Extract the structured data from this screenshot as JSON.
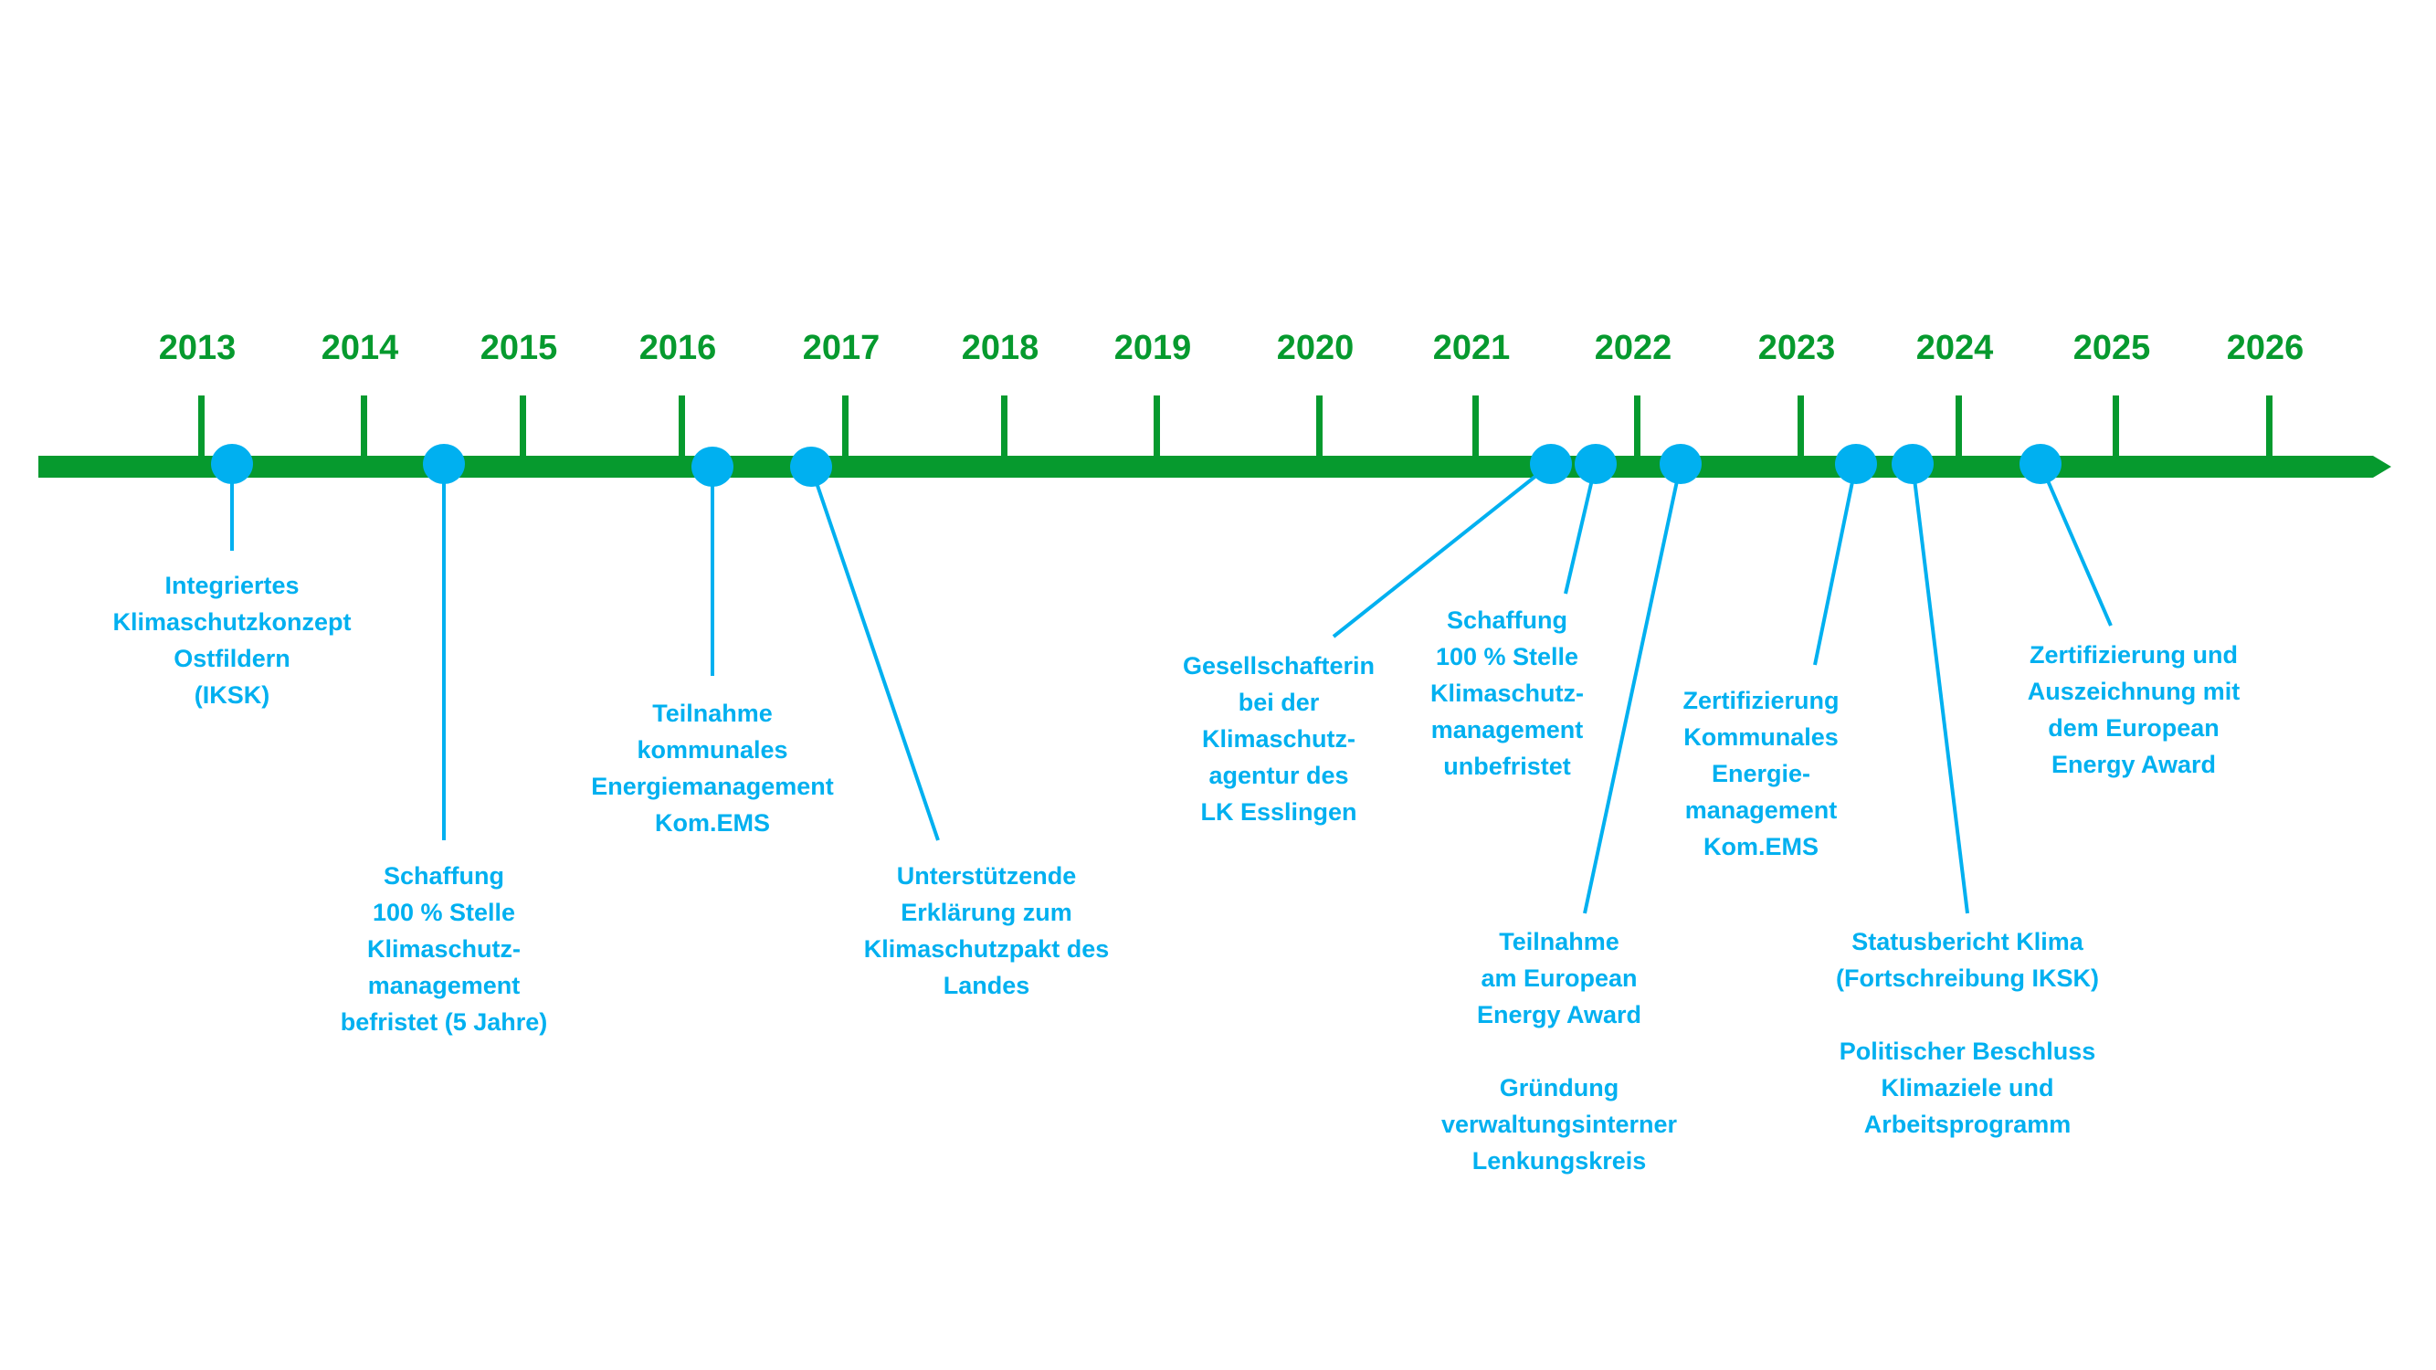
{
  "colors": {
    "axis": "#069A2E",
    "event": "#00B0F0",
    "background": "#FFFFFF"
  },
  "years": [
    "2013",
    "2014",
    "2015",
    "2016",
    "2017",
    "2018",
    "2019",
    "2020",
    "2021",
    "2022",
    "2023",
    "2024",
    "2025",
    "2026"
  ],
  "events": [
    {
      "id": "iksk",
      "year_position": 2013.2,
      "lines": [
        "Integriertes",
        "Klimaschutzkonzept",
        "Ostfildern",
        "(IKSK)"
      ]
    },
    {
      "id": "stelle-befristet",
      "year_position": 2014.5,
      "lines": [
        "Schaffung",
        "100 % Stelle",
        "Klimaschutz-",
        "management",
        "befristet (5 Jahre)"
      ]
    },
    {
      "id": "kom-ems-teilnahme",
      "year_position": 2016.18,
      "lines": [
        "Teilnahme",
        "kommunales",
        "Energiemanagement",
        "Kom.EMS"
      ]
    },
    {
      "id": "klimaschutzpakt",
      "year_position": 2016.8,
      "lines": [
        "Unterstützende",
        "Erklärung zum",
        "Klimaschutzpakt des",
        "Landes"
      ]
    },
    {
      "id": "gesellschafterin",
      "year_position": 2021.45,
      "lines": [
        "Gesellschafterin",
        "bei der",
        "Klimaschutz-",
        "agentur des",
        "LK Esslingen"
      ]
    },
    {
      "id": "stelle-unbefristet",
      "year_position": 2021.75,
      "lines": [
        "Schaffung",
        "100 % Stelle",
        "Klimaschutz-",
        "management",
        "unbefristet"
      ]
    },
    {
      "id": "eea-teilnahme",
      "year_position": 2022.25,
      "lines": [
        "Teilnahme",
        "am European",
        "Energy Award",
        "",
        "Gründung",
        "verwaltungsinterner",
        "Lenkungskreis"
      ]
    },
    {
      "id": "kom-ems-zertifizierung",
      "year_position": 2023.35,
      "lines": [
        "Zertifizierung",
        "Kommunales",
        "Energie-",
        "management",
        "Kom.EMS"
      ]
    },
    {
      "id": "statusbericht",
      "year_position": 2023.7,
      "lines": [
        "Statusbericht Klima",
        "(Fortschreibung IKSK)",
        "",
        "Politischer Beschluss",
        "Klimaziele und",
        "Arbeitsprogramm"
      ]
    },
    {
      "id": "eea-zertifizierung",
      "year_position": 2024.55,
      "lines": [
        "Zertifizierung und",
        "Auszeichnung mit",
        "dem European",
        "Energy Award"
      ]
    }
  ]
}
